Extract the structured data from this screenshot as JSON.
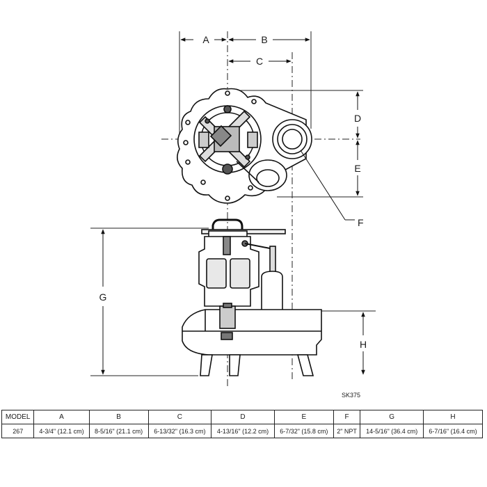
{
  "labels": {
    "A": "A",
    "B": "B",
    "C": "C",
    "D": "D",
    "E": "E",
    "F": "F",
    "G": "G",
    "H": "H",
    "drawing_ref": "SK375"
  },
  "table": {
    "headers": [
      "MODEL",
      "A",
      "B",
      "C",
      "D",
      "E",
      "F",
      "G",
      "H"
    ],
    "rows": [
      [
        "267",
        "4-3/4\" (12.1 cm)",
        "8-5/16\" (21.1 cm)",
        "6-13/32\" (16.3 cm)",
        "4-13/16\" (12.2 cm)",
        "6-7/32\" (15.8 cm)",
        "2\" NPT",
        "14-5/16\" (36.4 cm)",
        "6-7/16\" (16.4 cm)"
      ]
    ]
  }
}
